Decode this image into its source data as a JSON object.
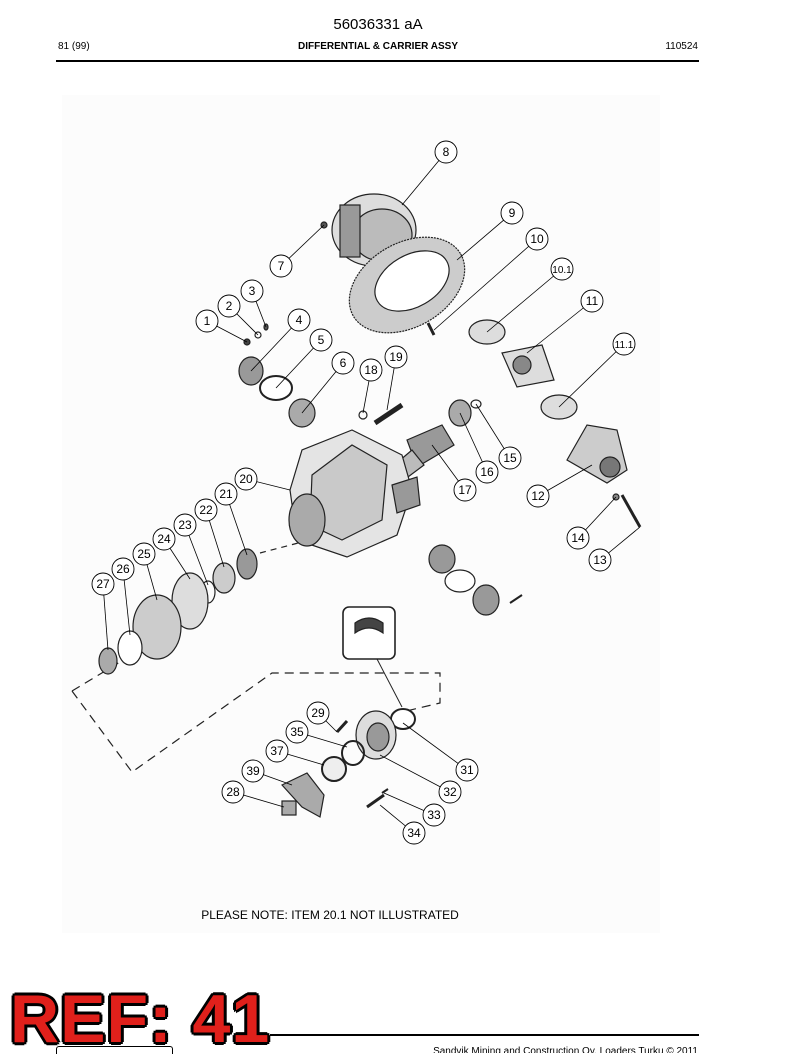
{
  "header": {
    "doc_number": "56036331 aA",
    "page": "81 (99)",
    "title": "DIFFERENTIAL & CARRIER ASSY",
    "date_code": "110524"
  },
  "figure": {
    "callouts": [
      "1",
      "2",
      "3",
      "4",
      "5",
      "6",
      "7",
      "8",
      "9",
      "10",
      "10.1",
      "11",
      "11.1",
      "12",
      "13",
      "14",
      "15",
      "16",
      "17",
      "18",
      "19",
      "20",
      "21",
      "22",
      "23",
      "24",
      "25",
      "26",
      "27",
      "28",
      "29",
      "31",
      "32",
      "33",
      "34",
      "35",
      "37",
      "39"
    ],
    "note": "PLEASE NOTE: ITEM 20.1 NOT ILLUSTRATED"
  },
  "stamp": {
    "text": "REF: 41"
  },
  "footer": {
    "copyright": "Sandvik Mining and Construction Oy, Loaders Turku © 2011"
  }
}
